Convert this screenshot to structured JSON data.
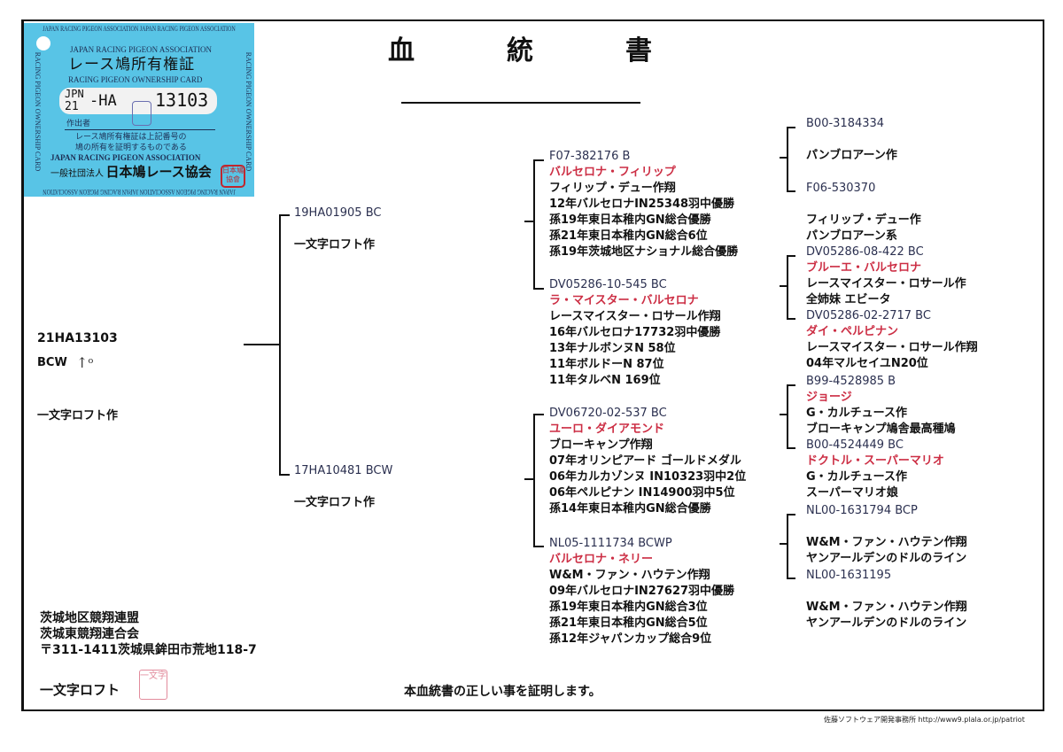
{
  "document": {
    "title_chars": [
      "血",
      "統",
      "書"
    ],
    "certification": "本血統書の正しい事を証明します。",
    "footer": "佐藤ソフトウェア開発事務所  http://www9.plala.or.jp/patriot"
  },
  "ownership_card": {
    "edge_text": "JAPAN RACING PIGEON ASSOCIATION JAPAN RACING PIGEON ASSOCIATION",
    "edge_side_text": "RACING PIGEON OWNERSHIP CARD",
    "association_en": "JAPAN RACING PIGEON ASSOCIATION",
    "title_ja": "レース鳩所有権証",
    "title_en": "RACING PIGEON OWNERSHIP CARD",
    "country": "JPN",
    "year": "21",
    "series": "-HA",
    "number": "13103",
    "maker_label": "作出者",
    "note_line1": "レース鳩所有権証は上記番号の",
    "note_line2": "鳩の所有を証明するものである",
    "association_en_caps": "JAPAN RACING PIGEON ASSOCIATION",
    "org_prefix": "一般社団法人",
    "org_name": "日本鳩レース協会",
    "seal_text": "日本鳩 協會",
    "card_color": "#58c4e6"
  },
  "subject": {
    "ring": "21HA13103",
    "color": "BCW",
    "breeder": "一文字ロフト作"
  },
  "parents": {
    "sire": [
      "19HA01905  BC",
      "",
      "一文字ロフト作"
    ],
    "dam": [
      "17HA10481  BCW",
      "",
      "一文字ロフト作"
    ]
  },
  "grandparents": {
    "sire_sire": [
      {
        "t": "F07-382176  B",
        "k": "id"
      },
      {
        "t": "バルセロナ・フィリップ",
        "k": "red"
      },
      {
        "t": "フィリップ・デュー作翔"
      },
      {
        "t": "12年バルセロナIN25348羽中優勝"
      },
      {
        "t": "孫19年東日本稚内GN総合優勝"
      },
      {
        "t": "孫21年東日本稚内GN総合6位"
      },
      {
        "t": "孫19年茨城地区ナショナル総合優勝"
      }
    ],
    "sire_dam": [
      {
        "t": "DV05286-10-545  BC",
        "k": "id"
      },
      {
        "t": "ラ・マイスター・バルセロナ",
        "k": "red"
      },
      {
        "t": "レースマイスター・ロサール作翔"
      },
      {
        "t": "16年バルセロナ17732羽中優勝"
      },
      {
        "t": "13年ナルボンヌN 58位"
      },
      {
        "t": "11年ボルドーN    87位"
      },
      {
        "t": "11年タルベN     169位"
      }
    ],
    "dam_sire": [
      {
        "t": "DV06720-02-537  BC",
        "k": "id"
      },
      {
        "t": "ユーロ・ダイアモンド",
        "k": "red"
      },
      {
        "t": "ブローキャンプ作翔"
      },
      {
        "t": "07年オリンピアード ゴールドメダル"
      },
      {
        "t": "06年カルカゾンヌ IN10323羽中2位"
      },
      {
        "t": "06年ペルピナン  IN14900羽中5位"
      },
      {
        "t": "孫14年東日本稚内GN総合優勝"
      }
    ],
    "dam_dam": [
      {
        "t": "NL05-1111734  BCWP",
        "k": "id"
      },
      {
        "t": "バルセロナ・ネリー",
        "k": "red"
      },
      {
        "t": "W&M・ファン・ハウテン作翔"
      },
      {
        "t": "09年バルセロナIN27627羽中優勝"
      },
      {
        "t": "孫19年東日本稚内GN総合3位"
      },
      {
        "t": "孫21年東日本稚内GN総合5位"
      },
      {
        "t": "孫12年ジャパンカップ総合9位"
      }
    ]
  },
  "great_grandparents": {
    "ss_sire": [
      {
        "t": "B00-3184334",
        "k": "id"
      },
      {
        "t": ""
      },
      {
        "t": "パンブロアーン作"
      }
    ],
    "ss_dam": [
      {
        "t": "F06-530370",
        "k": "id"
      },
      {
        "t": ""
      },
      {
        "t": "フィリップ・デュー作"
      },
      {
        "t": "パンブロアーン系"
      }
    ],
    "sd_sire": [
      {
        "t": "DV05286-08-422 BC",
        "k": "id"
      },
      {
        "t": "ブルーエ・バルセロナ",
        "k": "red"
      },
      {
        "t": "レースマイスター・ロサール作"
      },
      {
        "t": "全姉妹  エビータ"
      }
    ],
    "sd_dam": [
      {
        "t": "DV05286-02-2717 BC",
        "k": "id"
      },
      {
        "t": "ダイ・ペルピナン",
        "k": "red"
      },
      {
        "t": "レースマイスター・ロサール作翔"
      },
      {
        "t": "04年マルセイユN20位"
      }
    ],
    "ds_sire": [
      {
        "t": "B99-4528985  B",
        "k": "id"
      },
      {
        "t": "ジョージ",
        "k": "red"
      },
      {
        "t": "G・カルチュース作"
      },
      {
        "t": "ブローキャンプ鳩舎最高種鳩"
      }
    ],
    "ds_dam": [
      {
        "t": "B00-4524449  BC",
        "k": "id"
      },
      {
        "t": "ドクトル・スーパーマリオ",
        "k": "red"
      },
      {
        "t": "G・カルチュース作"
      },
      {
        "t": "スーパーマリオ娘"
      }
    ],
    "dd_sire": [
      {
        "t": "NL00-1631794  BCP",
        "k": "id"
      },
      {
        "t": ""
      },
      {
        "t": "W&M・ファン・ハウテン作翔"
      },
      {
        "t": "ヤンアールデンのドルのライン"
      }
    ],
    "dd_dam": [
      {
        "t": "NL00-1631195",
        "k": "id"
      },
      {
        "t": ""
      },
      {
        "t": "W&M・ファン・ハウテン作翔"
      },
      {
        "t": "ヤンアールデンのドルのライン"
      }
    ]
  },
  "owner": {
    "club1": "茨城地区競翔連盟",
    "club2": "茨城東競翔連合会",
    "address": "〒311-1411茨城県鉾田市荒地118-7",
    "loft": "一文字ロフト",
    "seal_text": "一文字"
  }
}
